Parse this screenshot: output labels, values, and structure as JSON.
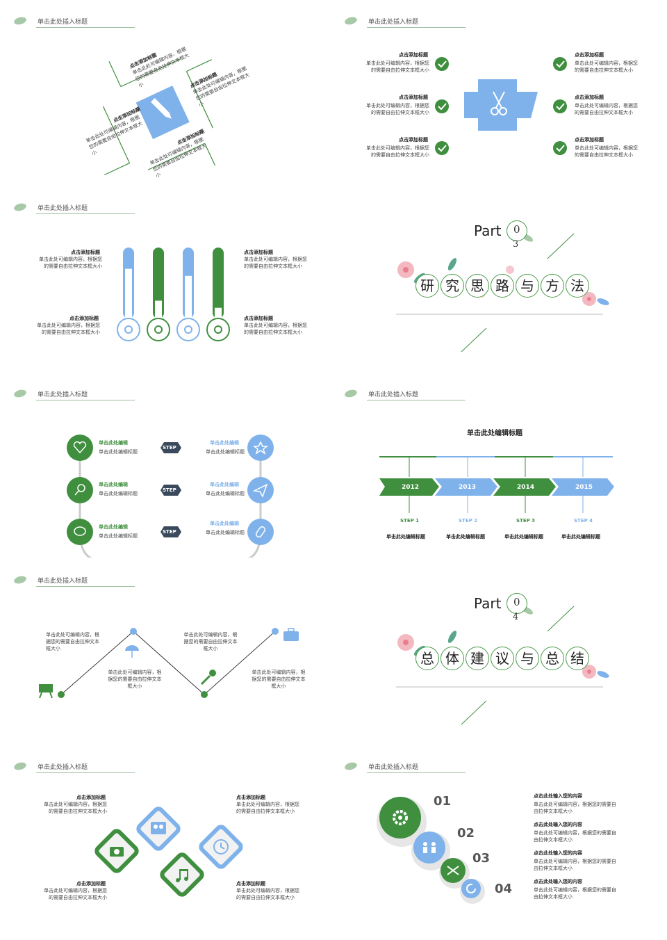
{
  "header_title": "单击此处插入标题",
  "s1": {
    "items": [
      {
        "title": "点击添加标题",
        "body": "单击此处可编辑内容，根据您的需要自由拉伸文本框大小"
      },
      {
        "title": "点击添加标题",
        "body": "单击此处可编辑内容，根据您的需要自由拉伸文本框大小"
      },
      {
        "title": "点击添加标题",
        "body": "单击此处可编辑内容，根据您的需要自由拉伸文本框大小"
      },
      {
        "title": "点击添加标题",
        "body": "单击此处可编辑内容，根据您的需要自由拉伸文本框大小"
      }
    ]
  },
  "s2": {
    "items": [
      {
        "title": "点击添加标题",
        "body": "单击此处可编辑内容，根据您的需要自由拉伸文本框大小"
      },
      {
        "title": "点击添加标题",
        "body": "单击此处可编辑内容，根据您的需要自由拉伸文本框大小"
      },
      {
        "title": "点击添加标题",
        "body": "单击此处可编辑内容，根据您的需要自由拉伸文本框大小"
      },
      {
        "title": "点击添加标题",
        "body": "单击此处可编辑内容，根据您的需要自由拉伸文本框大小"
      },
      {
        "title": "点击添加标题",
        "body": "单击此处可编辑内容，根据您的需要自由拉伸文本框大小"
      },
      {
        "title": "点击添加标题",
        "body": "单击此处可编辑内容，根据您的需要自由拉伸文本框大小"
      }
    ]
  },
  "s3": {
    "items": [
      {
        "title": "点击添加标题",
        "body": "单击此处可编辑内容，根据您的需要自由拉伸文本框大小"
      },
      {
        "title": "点击添加标题",
        "body": "单击此处可编辑内容，根据您的需要自由拉伸文本框大小"
      },
      {
        "title": "点击添加标题",
        "body": "单击此处可编辑内容，根据您的需要自由拉伸文本框大小"
      },
      {
        "title": "点击添加标题",
        "body": "单击此处可编辑内容，根据您的需要自由拉伸文本框大小"
      }
    ],
    "bar_levels": [
      0.3,
      0.75,
      0.4,
      0.85
    ]
  },
  "part3": {
    "part": "Part",
    "num": "0",
    "num2": "3",
    "chars": [
      "研",
      "究",
      "思",
      "路",
      "与",
      "方",
      "法"
    ]
  },
  "s5": {
    "left": [
      {
        "title": "单击此处编辑",
        "body": "单击此处编辑标题"
      },
      {
        "title": "单击此处编辑",
        "body": "单击此处编辑标题"
      },
      {
        "title": "单击此处编辑",
        "body": "单击此处编辑标题"
      }
    ],
    "right": [
      {
        "title": "单击此处编辑",
        "body": "单击此处编辑标题"
      },
      {
        "title": "单击此处编辑",
        "body": "单击此处编辑标题"
      },
      {
        "title": "单击此处编辑",
        "body": "单击此处编辑标题"
      }
    ],
    "step": "STEP"
  },
  "s6": {
    "title": "单击此处编辑标题",
    "years": [
      "2012",
      "2013",
      "2014",
      "2015"
    ],
    "steps": [
      "STEP 1",
      "STEP 2",
      "STEP 3",
      "STEP 4"
    ],
    "labels": [
      "单击此处编辑标题",
      "单击此处编辑标题",
      "单击此处编辑标题",
      "单击此处编辑标题"
    ]
  },
  "s7": {
    "texts": [
      "单击此处可编辑内容，根据您的需要自由拉伸文本框大小",
      "单击此处可编辑内容，根据您的需要自由拉伸文本框大小",
      "单击此处可编辑内容，根据您的需要自由拉伸文本框大小",
      "单击此处可编辑内容，根据您的需要自由拉伸文本框大小"
    ]
  },
  "part4": {
    "part": "Part",
    "num": "0",
    "num2": "4",
    "chars": [
      "总",
      "体",
      "建",
      "议",
      "与",
      "总",
      "结"
    ]
  },
  "s9": {
    "items": [
      {
        "title": "点击添加标题",
        "body": "单击此处可编辑内容，根据您的需要自由拉伸文本框大小"
      },
      {
        "title": "点击添加标题",
        "body": "单击此处可编辑内容，根据您的需要自由拉伸文本框大小"
      },
      {
        "title": "点击添加标题",
        "body": "单击此处可编辑内容，根据您的需要自由拉伸文本框大小"
      },
      {
        "title": "点击添加标题",
        "body": "单击此处可编辑内容，根据您的需要自由拉伸文本框大小"
      }
    ]
  },
  "s10": {
    "nums": [
      "01",
      "02",
      "03",
      "04"
    ],
    "items": [
      {
        "title": "点击此处输入您的内容",
        "body": "单击此处可编辑内容，根据您的需要自由拉伸文本框大小"
      },
      {
        "title": "点击此处输入您的内容",
        "body": "单击此处可编辑内容，根据您的需要自由拉伸文本框大小"
      },
      {
        "title": "点击此处输入您的内容",
        "body": "单击此处可编辑内容，根据您的需要自由拉伸文本框大小"
      },
      {
        "title": "点击此处输入您的内容",
        "body": "单击此处可编辑内容，根据您的需要自由拉伸文本框大小"
      }
    ]
  },
  "colors": {
    "green": "#3f8f3f",
    "blue": "#7fb2ea",
    "dark": "#3a4a5c"
  }
}
